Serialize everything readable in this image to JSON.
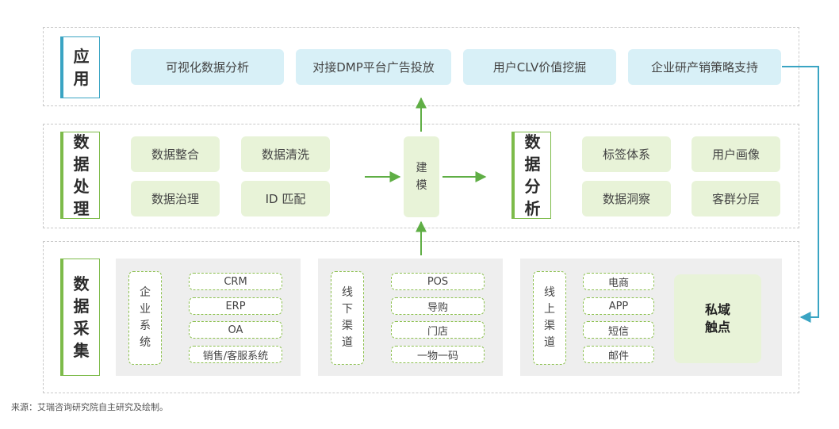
{
  "application": {
    "label": "应用",
    "items": [
      "可视化数据分析",
      "对接DMP平台广告投放",
      "用户CLV价值挖掘",
      "企业研产销策略支持"
    ]
  },
  "processing": {
    "label": "数据处理",
    "items": [
      "数据整合",
      "数据清洗",
      "数据治理",
      "ID 匹配"
    ],
    "modeling": "建模"
  },
  "analysis": {
    "label": "数据分析",
    "items": [
      "标签体系",
      "用户画像",
      "数据洞察",
      "客群分层"
    ]
  },
  "collection": {
    "label": "数据采集",
    "groups": [
      {
        "label": "企业系统",
        "items": [
          "CRM",
          "ERP",
          "OA",
          "销售/客服系统"
        ]
      },
      {
        "label": "线下渠道",
        "items": [
          "POS",
          "导购",
          "门店",
          "一物一码"
        ]
      },
      {
        "label": "线上渠道",
        "items": [
          "电商",
          "APP",
          "短信",
          "邮件"
        ]
      }
    ],
    "private_touchpoint": "私域触点"
  },
  "source": "来源：艾瑞咨询研究院自主研究及绘制。",
  "colors": {
    "blue": "#3aa4c3",
    "green": "#7dbb4a",
    "pale_blue": "#d8f0f7",
    "pale_green": "#e8f3d8"
  }
}
